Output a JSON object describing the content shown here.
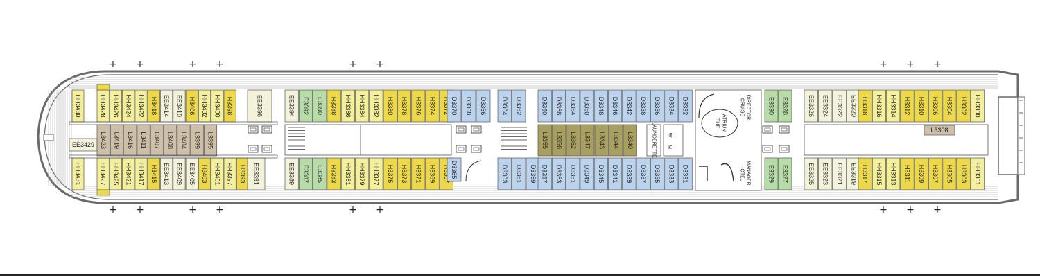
{
  "colors": {
    "HH": "#f3ef9a",
    "EE": "#f3f3dc",
    "L": "#cdbfa8",
    "H": "#ecd848",
    "D": "#bcd3ee",
    "E": "#b8dca8",
    "Lsuite": "#a8a060",
    "Dcenter": "#a8c8ec",
    "hull": "#6a6a6a",
    "deckline": "#bdbdbd"
  },
  "cabins": {
    "fwd_port": [
      "HH3430",
      "HH3428",
      "HH3426",
      "HH3424",
      "HH3422",
      "H3418",
      "EE3414",
      "EE3410",
      "H3406",
      "HH3402",
      "HH3400",
      "H3398"
    ],
    "fwd_port2": [
      "EE3396"
    ],
    "center_fwd": [
      "L3423",
      "L3419",
      "L3416",
      "L3411",
      "L3407",
      "L3408",
      "L3404",
      "L3399",
      "L3395"
    ],
    "bow_single": "EE3429",
    "fwd_stbd": [
      "HH3431",
      "HH3427",
      "HH3425",
      "HH3421",
      "HH3417",
      "H3415",
      "EE3413",
      "EE3409",
      "EE3405",
      "H3403",
      "HH3401",
      "HH3397",
      "H3393"
    ],
    "fwd_stbd2": [
      "EE3391"
    ],
    "mid_port": [
      "EE3394",
      "E3392",
      "E3390",
      "H3388",
      "HH3386",
      "HH3384",
      "HH3382",
      "H3380",
      "H3378",
      "H3376",
      "H3374",
      "H3372",
      "D3370",
      "D3368",
      "D3366"
    ],
    "mid_stbd": [
      "EE3389",
      "E3387",
      "E3385",
      "H3383",
      "HH3381",
      "HH3379",
      "HH3377",
      "H3375",
      "H3373",
      "H3371",
      "H3369",
      "H3367",
      "D3365"
    ],
    "aft_mid_port": [
      "D3364",
      "D3362",
      "D3360",
      "D3358",
      "D3354",
      "D3350",
      "D3348",
      "D3346",
      "D3342",
      "D3338",
      "D3336",
      "D3334",
      "D3332"
    ],
    "aft_mid_center": [
      "L3355",
      "L3356",
      "L3352",
      "L3347",
      "L3343",
      "L3344",
      "L3340"
    ],
    "aft_mid_stbd": [
      "D3363",
      "D3361",
      "D3359",
      "D3357",
      "D3353",
      "D3351",
      "D3349",
      "D3345",
      "D3341",
      "D3339",
      "D3337",
      "D3335",
      "D3333",
      "D3331"
    ],
    "aft_port_a": [
      "E3330",
      "E3328"
    ],
    "aft_stbd_a": [
      "E3329",
      "E3327"
    ],
    "aft_port_b": [
      "EE3326",
      "EE3324",
      "EE3322",
      "EE3320"
    ],
    "aft_stbd_b": [
      "EE3325",
      "EE3323",
      "EE3321",
      "EE3319"
    ],
    "aft_port_c": [
      "H3318",
      "HH3316",
      "HH3314",
      "H3312",
      "H3310",
      "H3306",
      "H3304",
      "H3302",
      "HH3300"
    ],
    "aft_stbd_c": [
      "H3317",
      "HH3315",
      "HH3313",
      "H3311",
      "H3309",
      "H3307",
      "H3305",
      "H3303",
      "HH3301"
    ],
    "aft_single": "L3308"
  },
  "labels": {
    "laundrette": "LAUNDERETTE",
    "atrium_line1": "THE",
    "atrium_line2": "ATRIUM",
    "cruise_director_1": "CRUISE",
    "cruise_director_2": "DIRECTOR",
    "hotel_manager_1": "HOTEL",
    "hotel_manager_2": "MANAGER",
    "lift_w": "W",
    "lift_m": "M"
  },
  "plus_marks": "+"
}
